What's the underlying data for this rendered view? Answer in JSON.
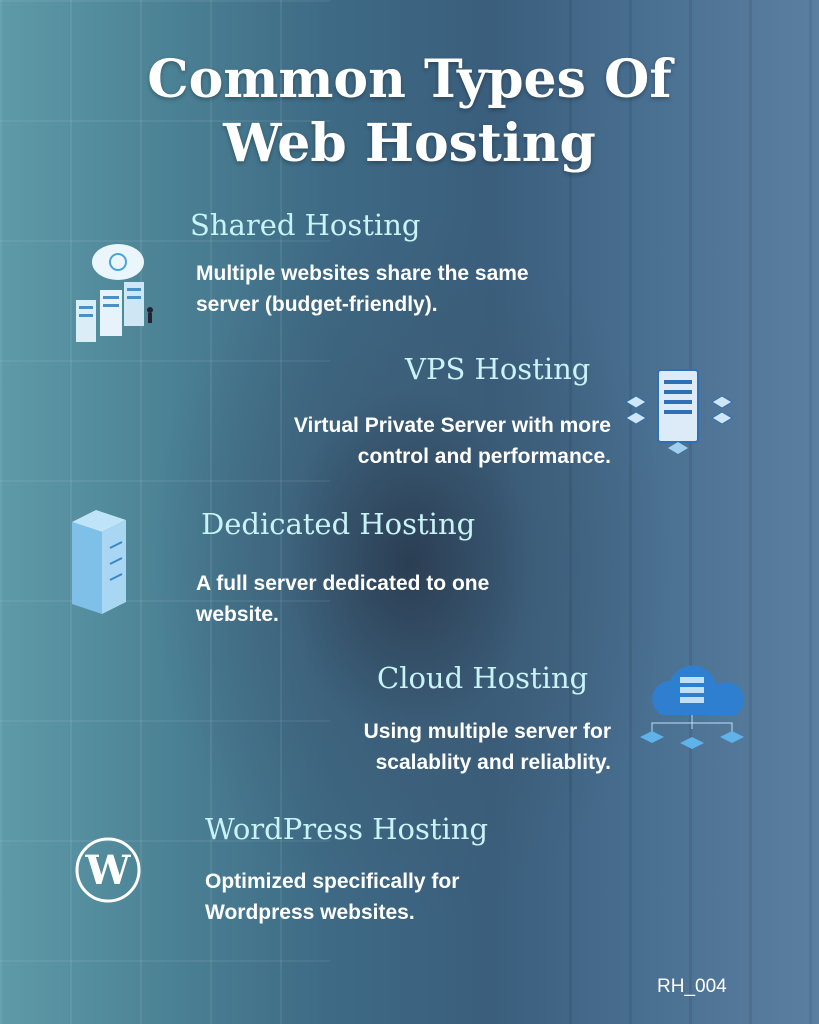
{
  "title": {
    "line1": "Common Types Of",
    "line2": "Web Hosting"
  },
  "sections": [
    {
      "heading": "Shared Hosting",
      "line1": "Multiple websites share the same",
      "line2": "server (budget-friendly).",
      "icon": "cloud-servers-icon"
    },
    {
      "heading": "VPS Hosting",
      "line1": "Virtual Private Server with more",
      "line2": "control and performance.",
      "icon": "server-rack-icon"
    },
    {
      "heading": "Dedicated  Hosting",
      "line1": "A full server dedicated to one",
      "line2": "website.",
      "icon": "dedicated-server-icon"
    },
    {
      "heading": "Cloud Hosting",
      "line1": "Using multiple server for",
      "line2": "scalablity and reliablity.",
      "icon": "cloud-network-icon"
    },
    {
      "heading": "WordPress Hosting",
      "line1": "Optimized specifically for",
      "line2": "Wordpress websites.",
      "icon": "wordpress-icon"
    }
  ],
  "footer": "RH_004",
  "colors": {
    "heading": "#c8f3f7",
    "text": "#ffffff"
  }
}
